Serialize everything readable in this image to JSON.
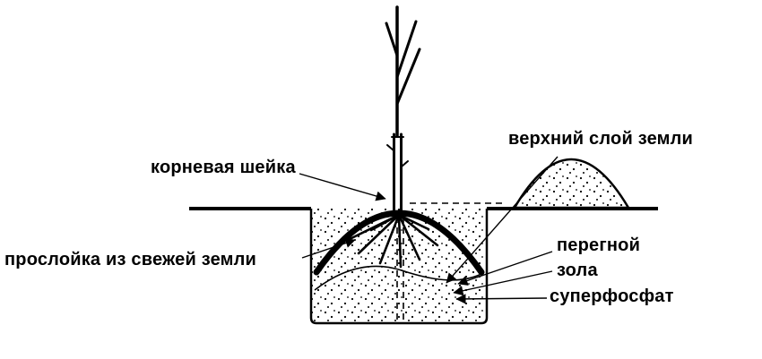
{
  "diagram": {
    "kind": "tree-planting-pit-scheme",
    "ink_color": "#000000",
    "background_color": "#ffffff",
    "labels": {
      "root_collar": "корневая шейка",
      "top_soil_layer": "верхний слой земли",
      "fresh_soil_layer": "прослойка из свежей земли",
      "humus": "перегной",
      "ash": "зола",
      "superphosphate": "суперфосфат"
    }
  }
}
